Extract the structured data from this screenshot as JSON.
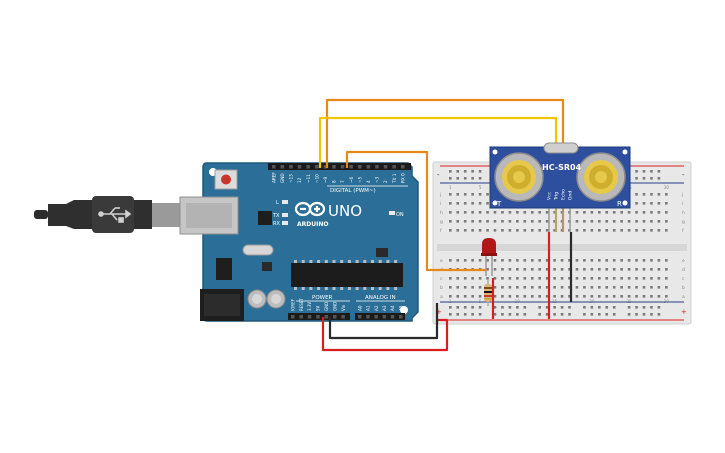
{
  "arduino": {
    "brand": "ARDUINO",
    "model": "UNO",
    "digital_label": "DIGITAL (PWM~)",
    "power_label": "POWER",
    "analog_label": "ANALOG IN",
    "on_label": "ON",
    "tx_label": "TX",
    "rx_label": "RX",
    "l_label": "L",
    "digital_pins": [
      "AREF",
      "GND",
      "~13",
      "12",
      "~11",
      "~10",
      "~9",
      "8",
      "7",
      "~6",
      "~5",
      "4",
      "~3",
      "2",
      "TX 1",
      "RX 0"
    ],
    "power_pins": [
      "IOREF",
      "RESET",
      "3.3V",
      "5V",
      "GND",
      "GND",
      "Vin"
    ],
    "analog_pins": [
      "A0",
      "A1",
      "A2",
      "A3",
      "A4",
      "A5"
    ]
  },
  "sensor": {
    "label": "HC-SR04",
    "pins": [
      "Vcc",
      "Trig",
      "Echo",
      "Gnd"
    ],
    "left_mark": "T",
    "right_mark": "R"
  },
  "breadboard": {
    "row_letters_top": [
      "j",
      "i",
      "h",
      "g",
      "f"
    ],
    "row_letters_bottom": [
      "e",
      "d",
      "c",
      "b",
      "a"
    ],
    "column_numbers": [
      "1",
      "5",
      "10",
      "15",
      "20",
      "25",
      "30"
    ],
    "rail_plus": "+",
    "rail_minus": "-"
  },
  "colors": {
    "arduino_board": "#2b6f98",
    "wire_orange": "#e68a1a",
    "wire_yellow": "#f2c500",
    "wire_red": "#d81f1f",
    "wire_black": "#2a2a2a",
    "sensor_board": "#2d4f9e",
    "led": "#b01818"
  }
}
